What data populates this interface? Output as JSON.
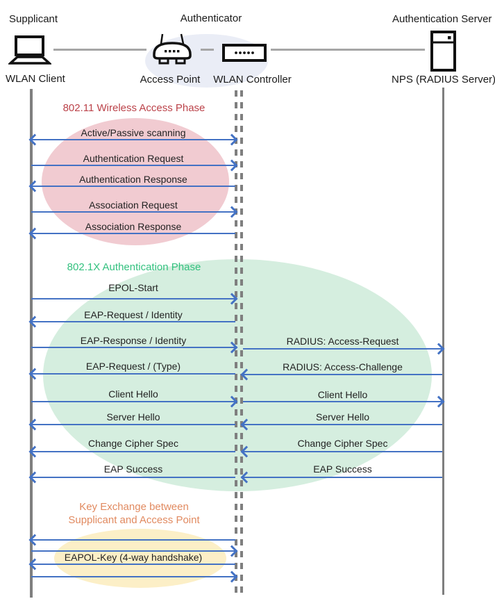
{
  "palette": {
    "arrow_blue": "#4472C4",
    "lifeline_gray": "#7F7F7F",
    "phase1_title_red": "#BB4249",
    "phase1_ellipse_pink": "#F1CBD1",
    "phase2_title_green": "#33C17F",
    "phase2_ellipse_green": "#D5EEDF",
    "phase3_title_orange": "#E18A60",
    "phase3_ellipse_yellow": "#FCEFC7",
    "hub_ellipse_bluegray": "#EAEDF6"
  },
  "roles": {
    "supplicant": "Supplicant",
    "authenticator": "Authenticator",
    "auth_server": "Authentication Server"
  },
  "nodes": {
    "wlan_client": "WLAN Client",
    "access_point": "Access Point",
    "wlan_controller": "WLAN Controller",
    "nps": "NPS (RADIUS Server)"
  },
  "icons": [
    "laptop-icon",
    "access-point-icon",
    "wlan-controller-icon",
    "server-icon"
  ],
  "phase1": {
    "title": "802.11 Wireless Access Phase",
    "messages": [
      {
        "label": "Active/Passive scanning",
        "direction": "both"
      },
      {
        "label": "Authentication Request",
        "direction": "right"
      },
      {
        "label": "Authentication Response",
        "direction": "left"
      },
      {
        "label": "Association Request",
        "direction": "right"
      },
      {
        "label": "Association Response",
        "direction": "left"
      }
    ]
  },
  "phase2": {
    "title": "802.1X Authentication Phase",
    "client_messages": [
      {
        "label": "EPOL-Start",
        "direction": "right"
      },
      {
        "label": "EAP-Request / Identity",
        "direction": "left"
      },
      {
        "label": "EAP-Response / Identity",
        "direction": "right"
      },
      {
        "label": "EAP-Request / (Type)",
        "direction": "left"
      },
      {
        "label": "Client Hello",
        "direction": "right"
      },
      {
        "label": "Server Hello",
        "direction": "left"
      },
      {
        "label": "Change Cipher Spec",
        "direction": "left"
      },
      {
        "label": "EAP Success",
        "direction": "left"
      }
    ],
    "server_messages": [
      {
        "label": "RADIUS: Access-Request",
        "direction": "right"
      },
      {
        "label": "RADIUS: Access-Challenge",
        "direction": "left"
      },
      {
        "label": "Client Hello",
        "direction": "right"
      },
      {
        "label": "Server Hello",
        "direction": "left"
      },
      {
        "label": "Change Cipher Spec",
        "direction": "left"
      },
      {
        "label": "EAP Success",
        "direction": "left"
      }
    ]
  },
  "phase3": {
    "title_line1": "Key Exchange between",
    "title_line2": "Supplicant and Access Point",
    "label": "EAPOL-Key (4-way handshake)",
    "arrow_directions": [
      "left",
      "right",
      "left",
      "right"
    ]
  }
}
